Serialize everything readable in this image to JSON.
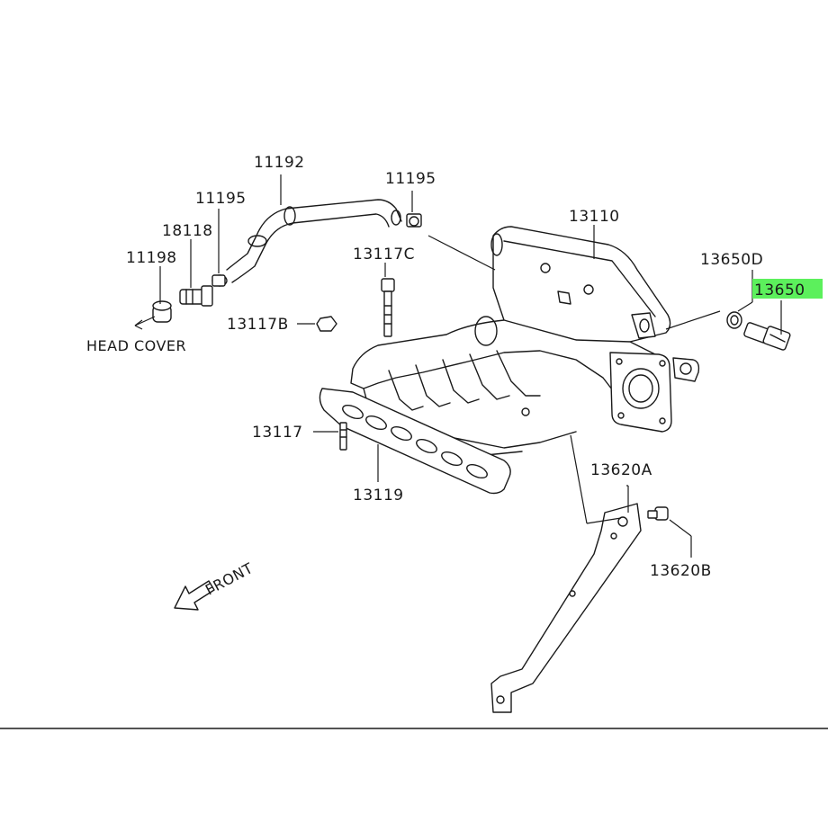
{
  "parts": {
    "p11192": "11192",
    "p11195a": "11195",
    "p18118": "18118",
    "p11198": "11198",
    "p11195b": "11195",
    "p13110": "13110",
    "p13117c": "13117C",
    "p13117b": "13117B",
    "p13650d": "13650D",
    "p13650": "13650",
    "p13117": "13117",
    "p13119": "13119",
    "p13620a": "13620A",
    "p13620b": "13620B"
  },
  "annotations": {
    "head_cover": "HEAD COVER",
    "front": "FRONT"
  },
  "colors": {
    "highlight": "#5cf05c",
    "line": "#1a1a1a",
    "background": "#ffffff"
  }
}
